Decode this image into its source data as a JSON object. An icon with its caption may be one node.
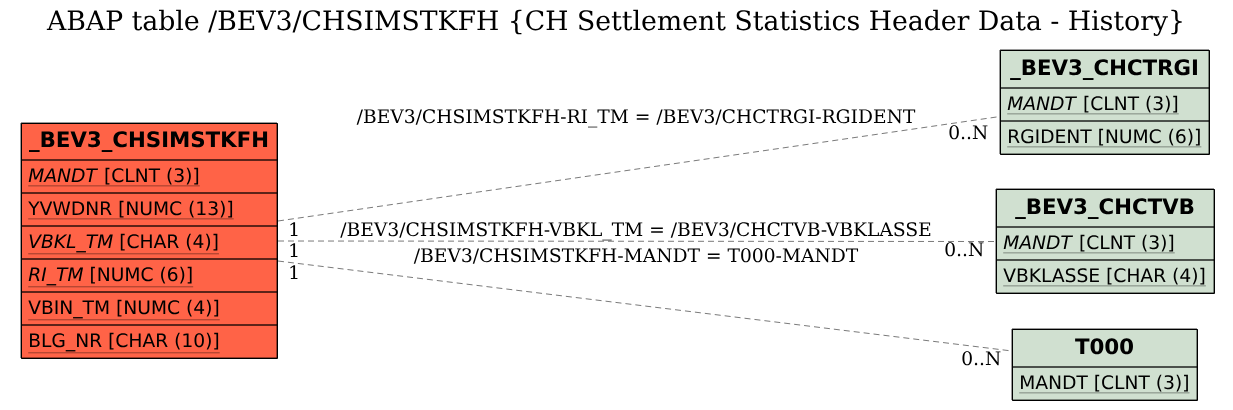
{
  "diagram": {
    "title": "ABAP table /BEV3/CHSIMSTKFH {CH Settlement Statistics Header Data - History}",
    "nodes": [
      {
        "text": [
          "_BEV3_CHSIMSTKFH",
          "*MANDT* [CLNT (3)]",
          "YVWDNR [NUMC (13)]",
          "*VBKL_TM* [CHAR (4)]",
          "*RI_TM* [NUMC (6)]",
          "VBIN_TM [NUMC (4)]",
          "BLG_NR [CHAR (10)]"
        ]
      },
      {
        "text": [
          "_BEV3_CHCTRGI",
          "*MANDT* [CLNT (3)]",
          "RGIDENT [NUMC (6)]"
        ]
      },
      {
        "text": [
          "_BEV3_CHCTVB",
          "*MANDT* [CLNT (3)]",
          "VBKLASSE [CHAR (4)]"
        ]
      },
      {
        "text": [
          "T000",
          "MANDT [CLNT (3)]"
        ]
      }
    ],
    "edges": [
      {
        "from": 0,
        "to": 1,
        "arrow": "none",
        "style": "dashed",
        "label": "/BEV3/CHSIMSTKFH-RI_TM = /BEV3/CHCTRGI-RGIDENT"
      },
      {
        "from": 0,
        "to": 2,
        "arrow": "none",
        "style": "dashed",
        "label": "/BEV3/CHSIMSTKFH-VBKL_TM = /BEV3/CHCTVB-VBKLASSE"
      },
      {
        "from": 0,
        "to": 3,
        "arrow": "none",
        "style": "dashed",
        "label": "/BEV3/CHSIMSTKFH-MANDT = T000-MANDT"
      }
    ],
    "labels": [
      "0..N",
      "1",
      "1",
      "0..N",
      "1",
      "0..N"
    ]
  }
}
